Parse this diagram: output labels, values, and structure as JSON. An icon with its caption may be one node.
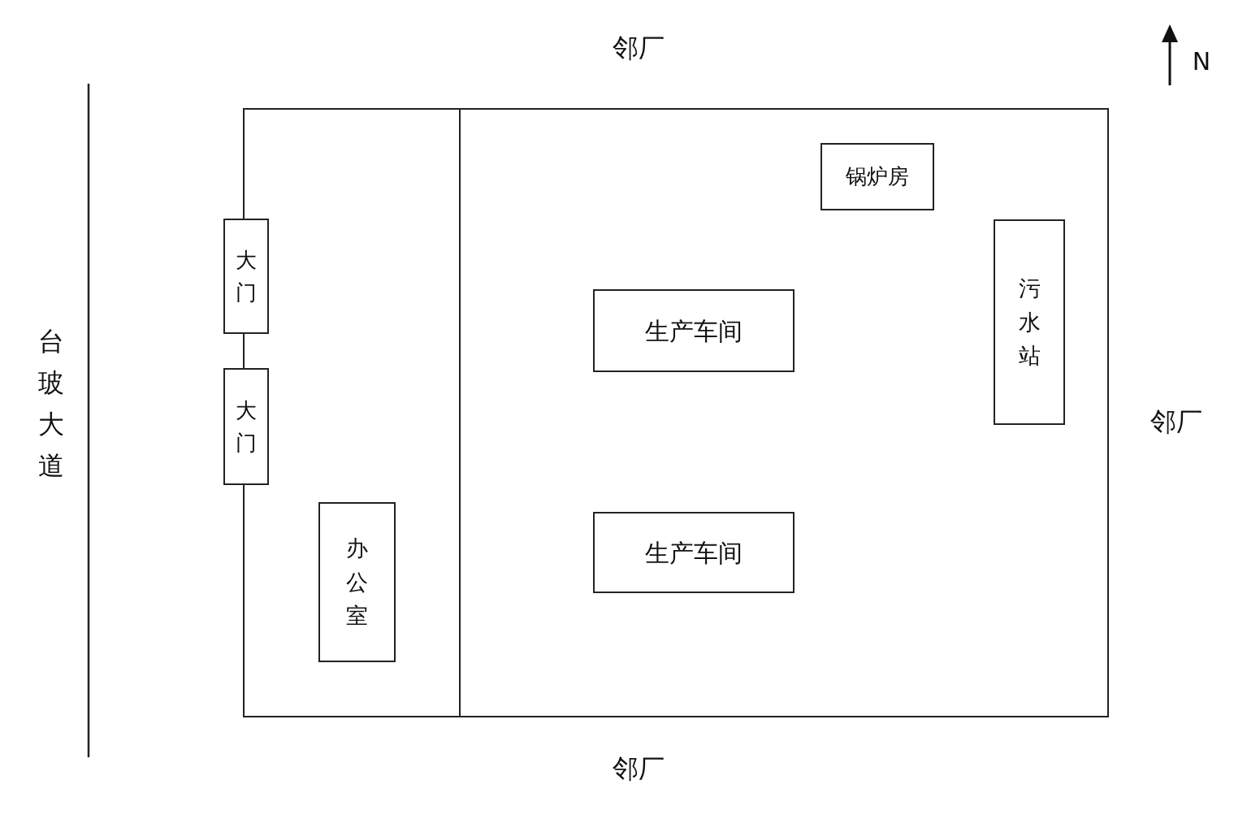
{
  "diagram": {
    "nodes": [
      {
        "text": [],
        "shape": "box"
      },
      {
        "text": [
          "大门"
        ]
      },
      {
        "text": [
          "大门"
        ]
      },
      {
        "text": [
          "办公室"
        ],
        "in": 0
      },
      {
        "text": [
          "生产车间"
        ],
        "in": 0
      },
      {
        "text": [
          "生产车间"
        ],
        "in": 0
      },
      {
        "text": [
          "锅炉房"
        ],
        "in": 0
      },
      {
        "text": [
          "污水站"
        ],
        "in": 0
      }
    ],
    "labels": [
      "邻厂",
      "邻厂",
      "邻厂",
      "台玻大道",
      "N"
    ]
  }
}
